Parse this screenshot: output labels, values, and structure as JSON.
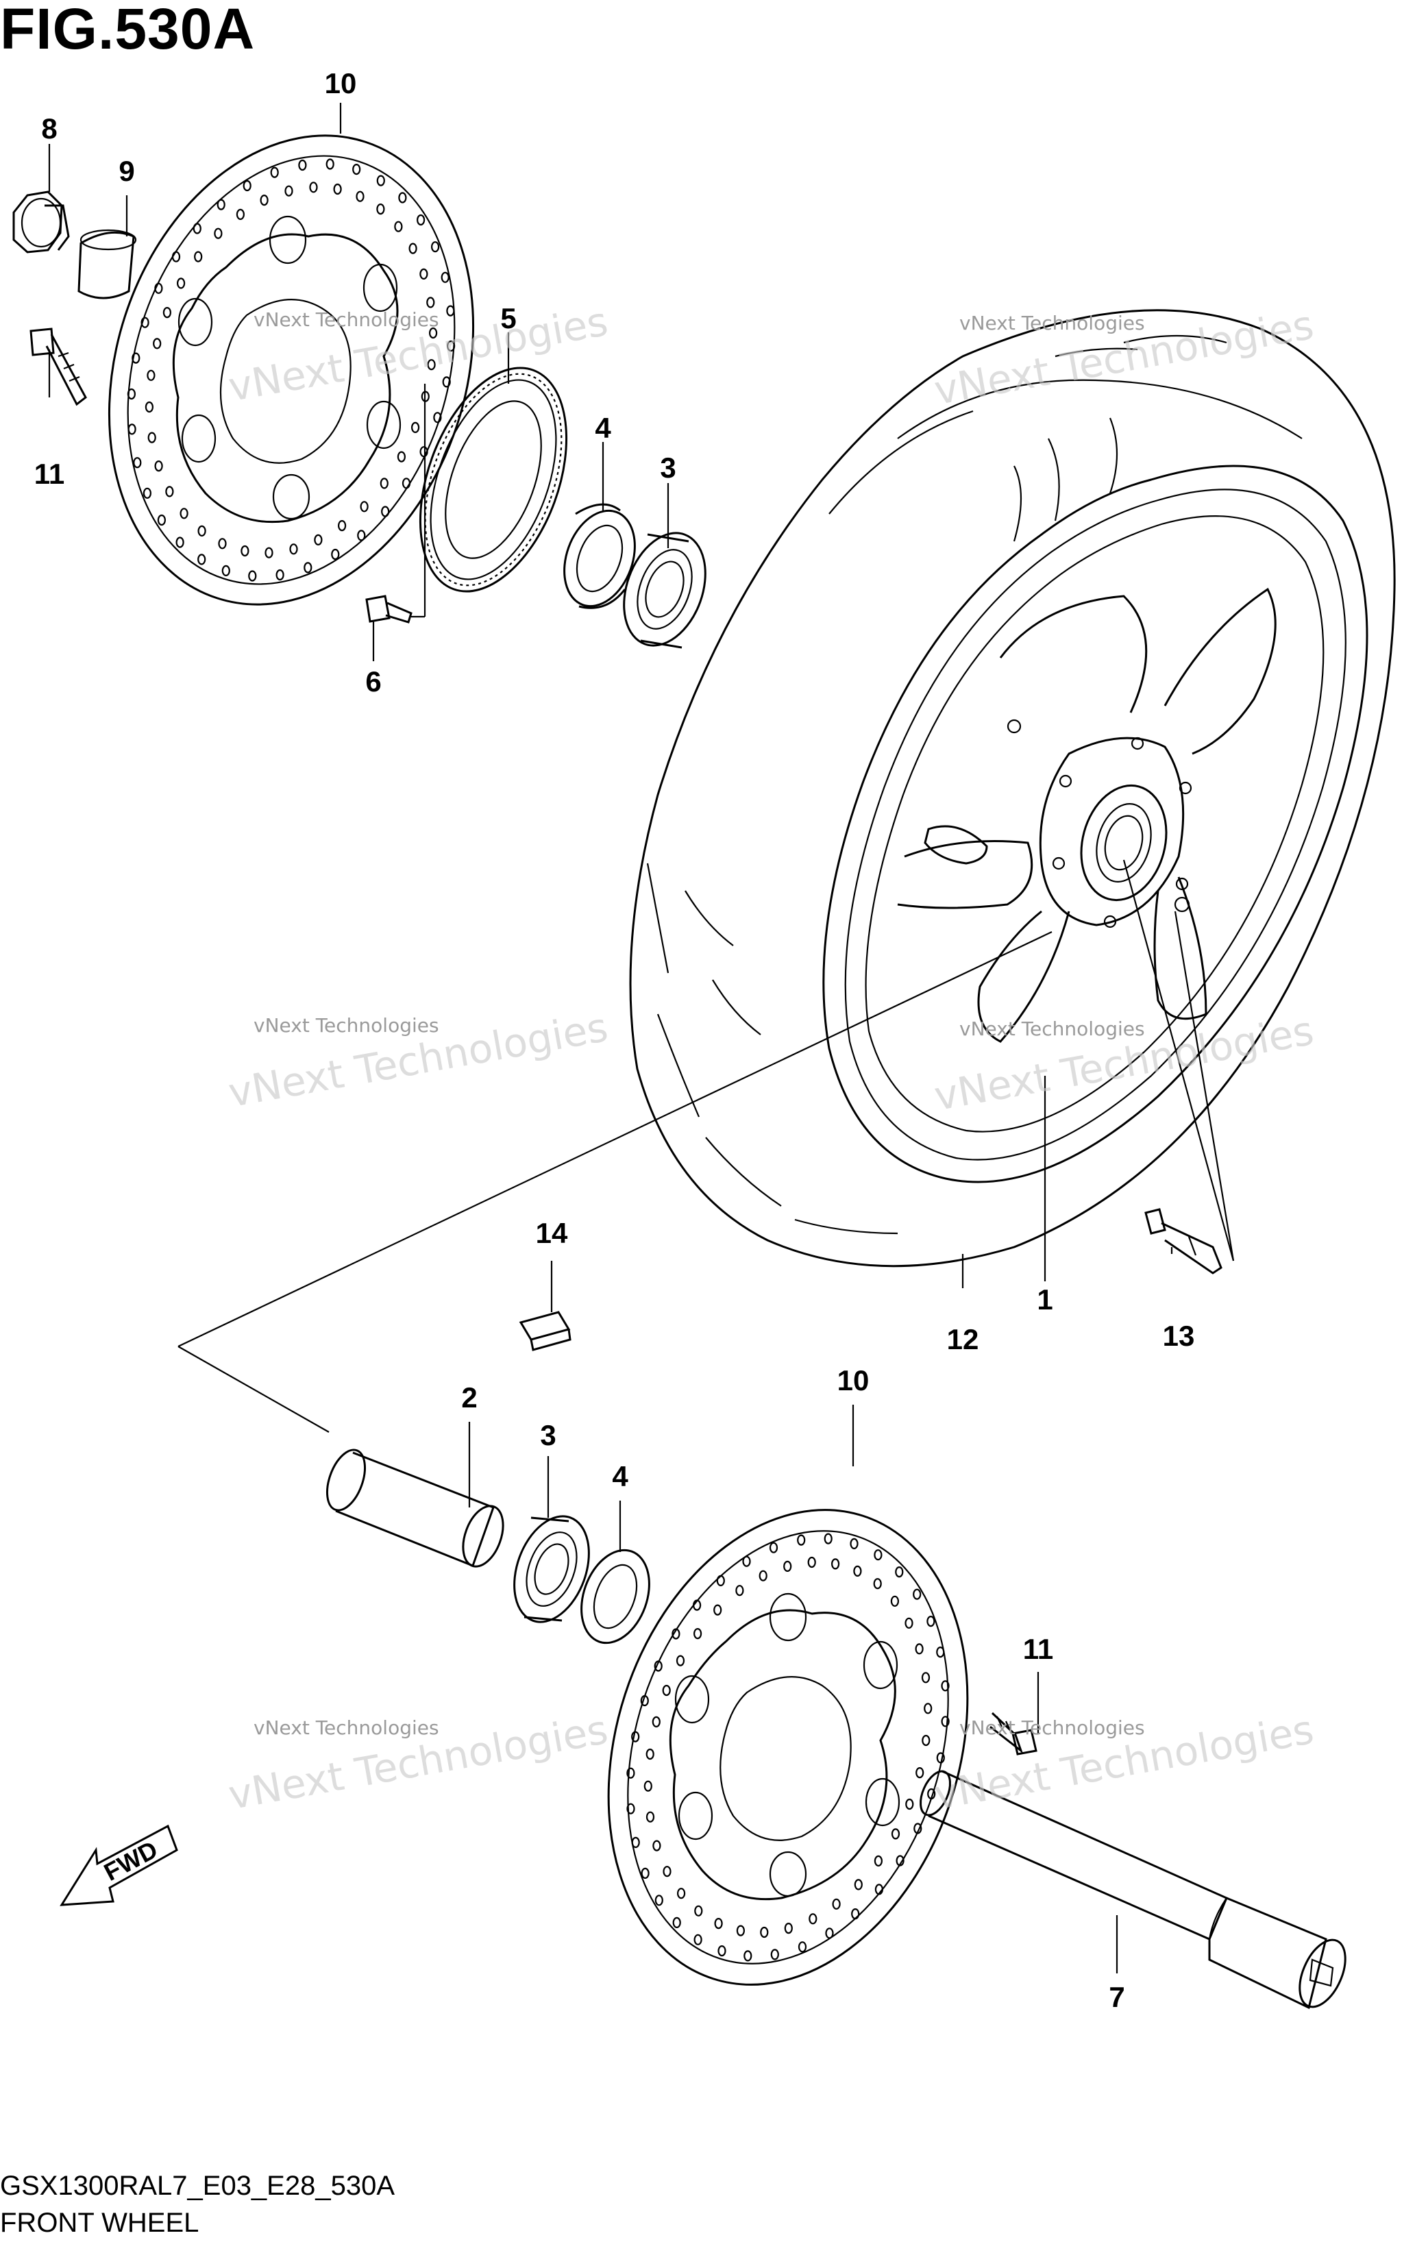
{
  "figure": {
    "title": "FIG.530A",
    "code": "GSX1300RAL7_E03_E28_530A",
    "name": "FRONT WHEEL"
  },
  "watermark": {
    "small_text": "vNext Technologies",
    "big_text": "vNext Technologies"
  },
  "fwd_label": "FWD",
  "callouts": {
    "c10a": "10",
    "c8": "8",
    "c9": "9",
    "c11a": "11",
    "c5": "5",
    "c4a": "4",
    "c3a": "3",
    "c6": "6",
    "c14": "14",
    "c12": "12",
    "c1": "1",
    "c13": "13",
    "c2": "2",
    "c3b": "3",
    "c4b": "4",
    "c10b": "10",
    "c11b": "11",
    "c7": "7"
  }
}
